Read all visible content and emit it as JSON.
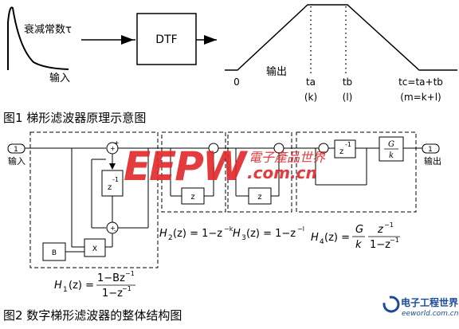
{
  "fig1": {
    "input_label": "衰减常数τ",
    "input_caption": "输入",
    "dtf_label": "DTF",
    "output_caption": "输出",
    "zero": "0",
    "ta": "ta",
    "k": "(k)",
    "tb": "tb",
    "l": "(l)",
    "tc": "tc=ta+tb",
    "m": "(m=k+l)",
    "caption": "图1  梯形滤波器原理示意图"
  },
  "fig2": {
    "in_port": "1",
    "in_label": "输入",
    "out_port": "1",
    "out_label": "输出",
    "sum_signs": [
      "+",
      "+",
      "+",
      "-"
    ],
    "delay1": "z",
    "delay1_exp": "-1",
    "block_B": "B",
    "block_X": "X",
    "delay_z_a": "z",
    "delay_z_b": "z",
    "delay_z_c": "z",
    "delay_z_c_exp": "-1",
    "gain_G": "G",
    "gain_k": "k",
    "h1": {
      "lhs": "H",
      "sub": "1",
      "arg": "(z) =",
      "num": "1−Bz",
      "num_exp": "−1",
      "den": "1−z",
      "den_exp": "−1"
    },
    "h2": {
      "lhs": "H",
      "sub": "2",
      "rhs": "(z) = 1−z",
      "exp": "−k"
    },
    "h3": {
      "lhs": "H",
      "sub": "3",
      "rhs": "(z) = 1−z",
      "exp": "−l"
    },
    "h4": {
      "lhs": "H",
      "sub": "4",
      "arg": "(z) =",
      "num1": "G",
      "den1": "k",
      "num2": "z",
      "num2_exp": "−1",
      "den2": "1−z",
      "den2_exp": "−1"
    },
    "caption": "图2  数字梯形滤波器的整体结构图"
  },
  "watermark": {
    "big": "EEPW",
    "cn": "電子產品世界",
    "url": ".com.cn"
  },
  "corner_logo": {
    "cn": "电子工程世界",
    "url": "eeworld.com.cn"
  },
  "colors": {
    "watermark": "#e0262a",
    "logo_blue": "#1a4a9a"
  }
}
